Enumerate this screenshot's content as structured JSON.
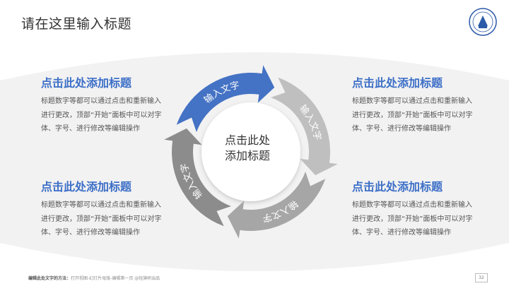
{
  "slide": {
    "title": "请在这里输入标题",
    "page_number": "32"
  },
  "blocks": [
    {
      "heading": "点击此处添加标题",
      "body": "标题数字等都可以通过点击和重新输入进行更改，顶部“开始”面板中可以对字体、字号、进行修改等编辑操作"
    },
    {
      "heading": "点击此处添加标题",
      "body": "标题数字等都可以通过点击和重新输入进行更改，顶部“开始”面板中可以对字体、字号、进行修改等编辑操作"
    },
    {
      "heading": "点击此处添加标题",
      "body": "标题数字等都可以通过点击和重新输入进行更改，顶部“开始”面板中可以对字体、字号、进行修改等编辑操作"
    },
    {
      "heading": "点击此处添加标题",
      "body": "标题数字等都可以通过点击和重新输入进行更改，顶部“开始”面板中可以对字体、字号、进行修改等编辑操作"
    }
  ],
  "cycle": {
    "center_line1": "点击此处",
    "center_line2": "添加标题",
    "segments": [
      {
        "label": "输入文字",
        "color": "#4472c4"
      },
      {
        "label": "输入文字",
        "color": "#bfbfbf"
      },
      {
        "label": "输入文字",
        "color": "#a6a6a6"
      },
      {
        "label": "输入文字",
        "color": "#8c8c8c"
      }
    ]
  },
  "footer": {
    "label": "编辑此处文字的方法：",
    "text": "打开视图-幻灯片母版-编辑第一页 @轻旗帜出品"
  },
  "colors": {
    "accent": "#3d6fc7",
    "band": "#f2f2f2"
  },
  "logo": {
    "icon": "university-emblem-icon"
  }
}
